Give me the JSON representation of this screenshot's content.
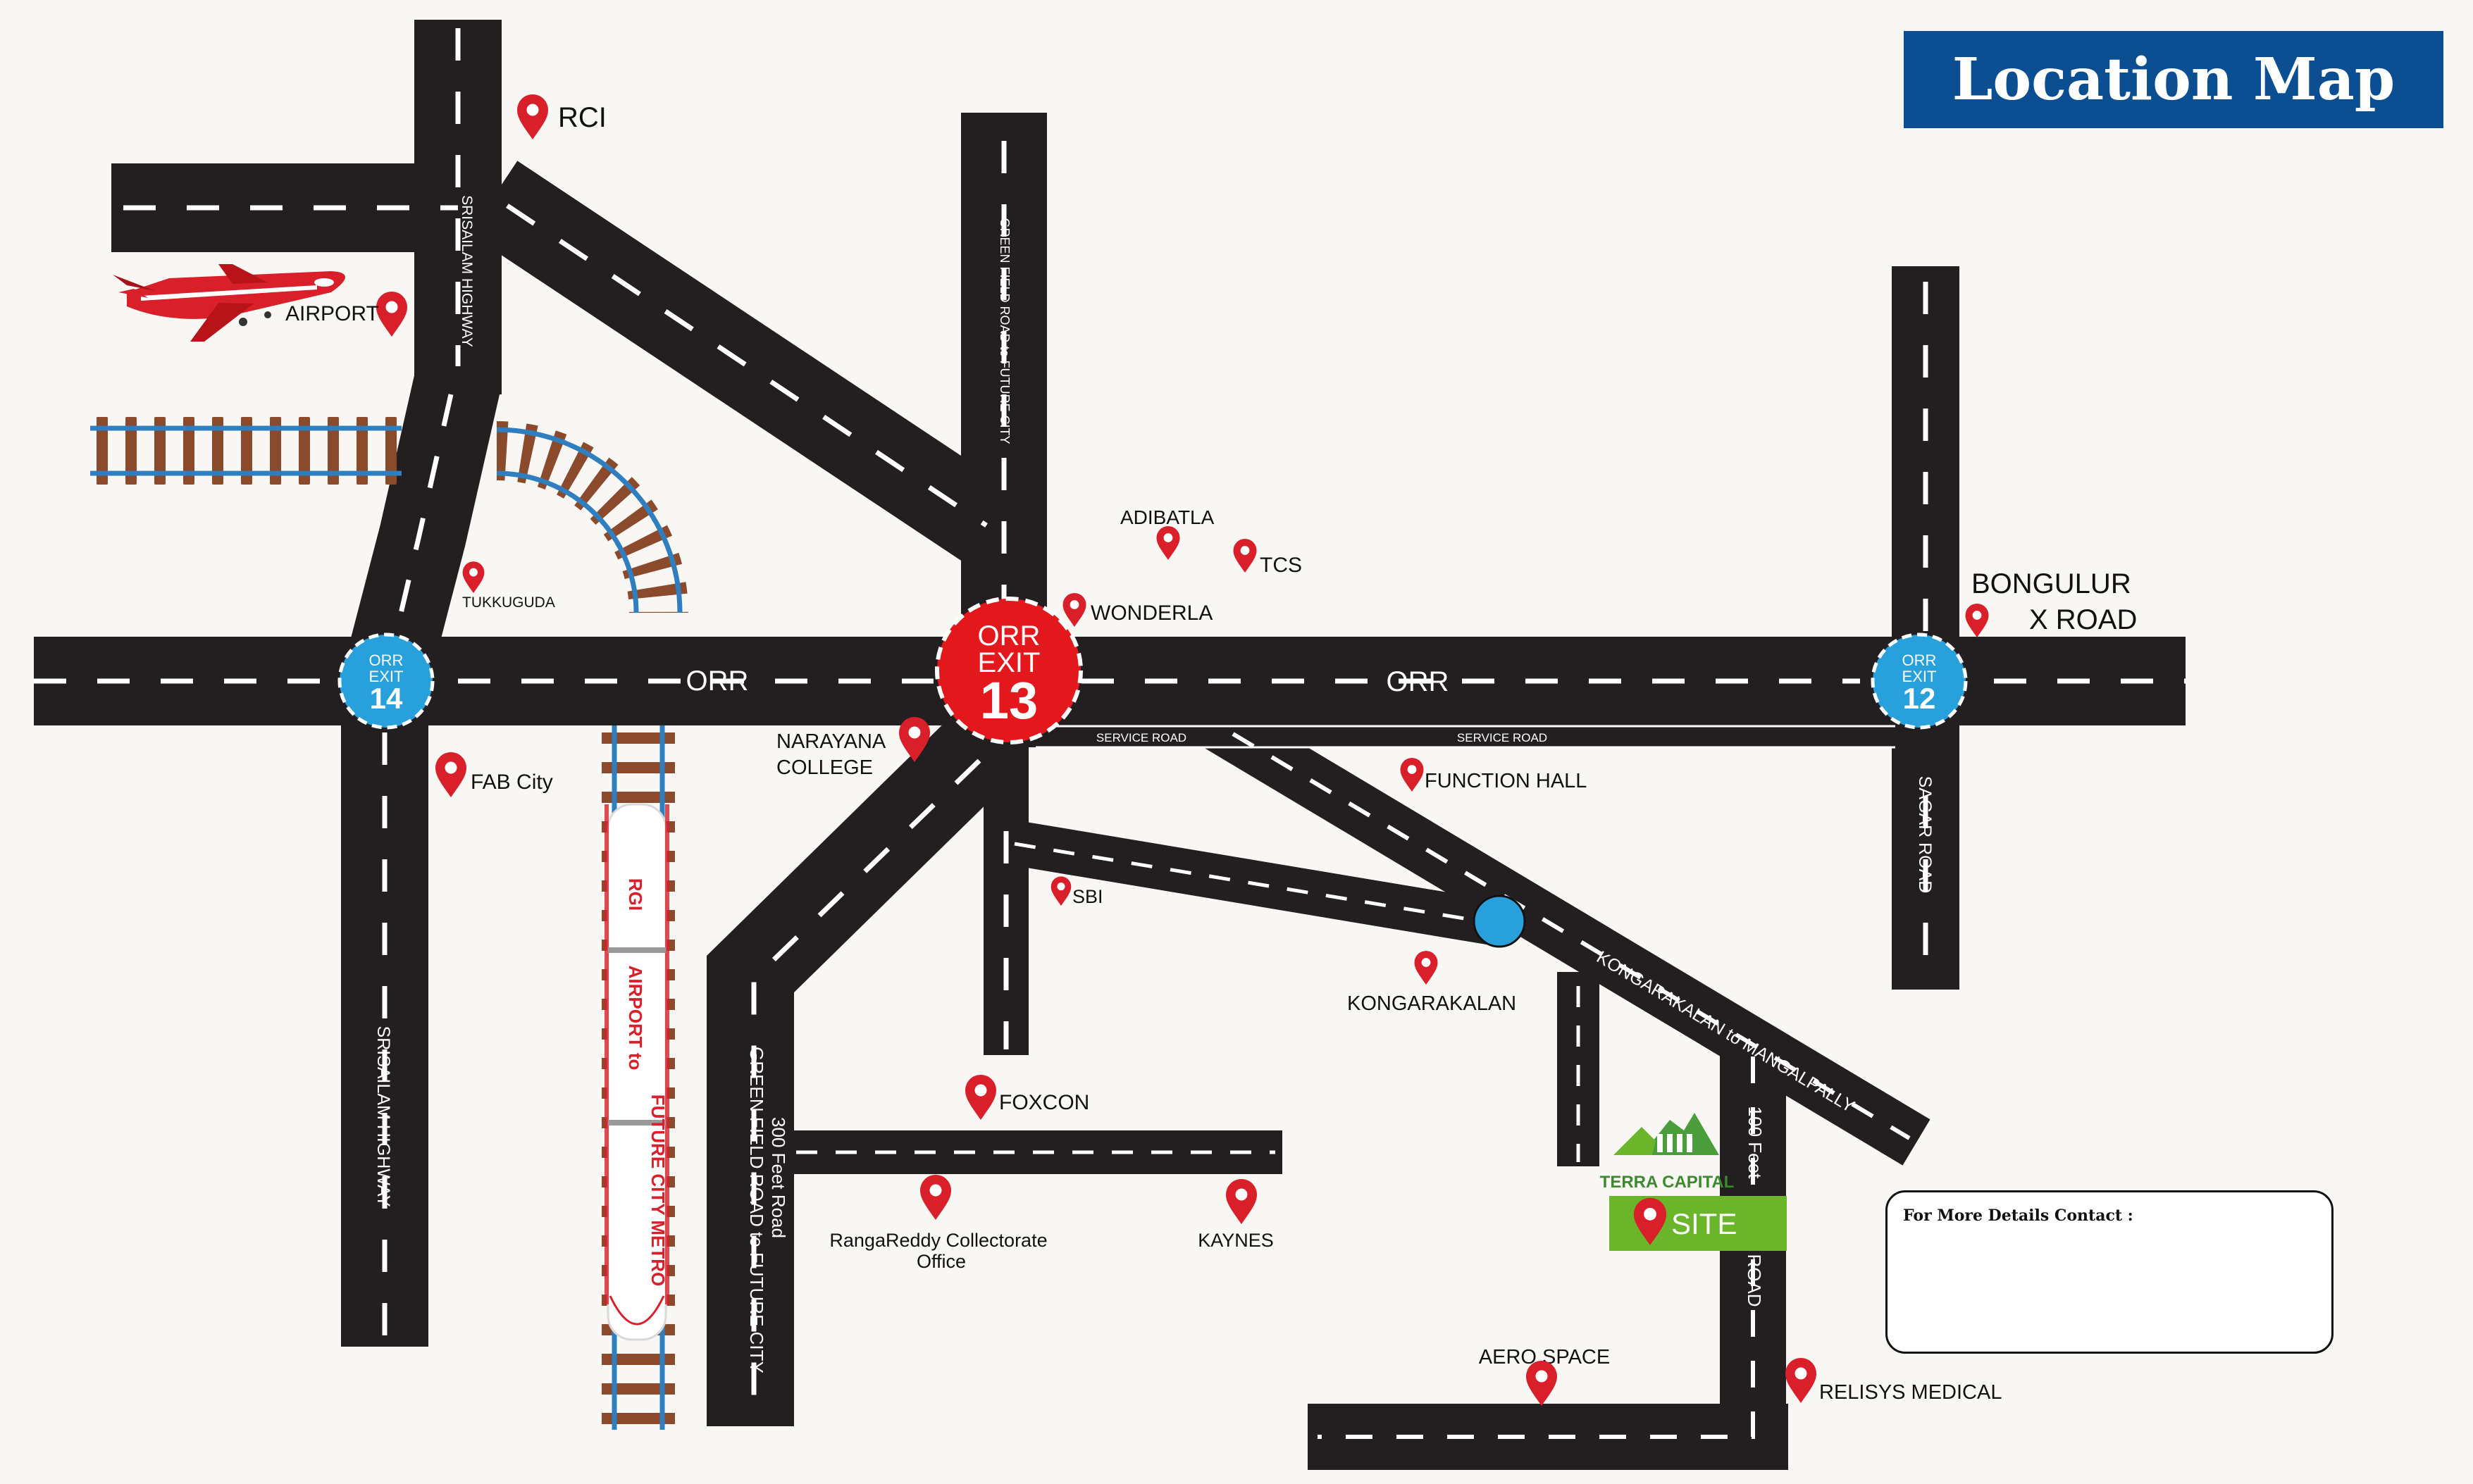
{
  "title": "Location Map",
  "contact": {
    "label": "For More Details Contact :"
  },
  "roads": {
    "orr": "ORR",
    "srisailam_highway": "SRISAILAM HIGHWAY",
    "green_field_road": "GREEN FIELD ROAD to FUTURE CITY",
    "feet_300_road": "300 Feet Road",
    "service_road": "SERVICE ROAD",
    "sagar_road": "SAGAR ROAD",
    "kongarakalan_mangalpally": "KONGARAKALAN to MANGALPALLY",
    "feet_100": "100 Feet",
    "road": "ROAD"
  },
  "exits": {
    "exit14": {
      "l1": "ORR",
      "l2": "EXIT",
      "num": "14"
    },
    "exit13": {
      "l1": "ORR",
      "l2": "EXIT",
      "num": "13"
    },
    "exit12": {
      "l1": "ORR",
      "l2": "EXIT",
      "num": "12"
    }
  },
  "metro": {
    "l1": "RGI",
    "l2": "AIRPORT to",
    "l3": "FUTURE CITY METRO"
  },
  "places": {
    "rci": "RCI",
    "airport": "AIRPORT",
    "tukkuguda": "TUKKUGUDA",
    "fab_city": "FAB City",
    "adibatla": "ADIBATLA",
    "tcs": "TCS",
    "wonderla": "WONDERLA",
    "bongulur_1": "BONGULUR",
    "bongulur_2": "X ROAD",
    "narayana_1": "NARAYANA",
    "narayana_2": "COLLEGE",
    "function_hall": "FUNCTION HALL",
    "sbi": "SBI",
    "kongarakalan": "KONGARAKALAN",
    "foxcon": "FOXCON",
    "rangareddy_1": "RangaReddy Collectorate",
    "rangareddy_2": "Office",
    "kaynes": "KAYNES",
    "aero_space": "AERO SPACE",
    "relisys": "RELISYS MEDICAL"
  },
  "site": {
    "label": "SITE",
    "brand": "TERRA CAPITAL"
  },
  "colors": {
    "road": "#231f20",
    "pin": "#d81f2a",
    "exit_blue": "#27a0dc",
    "exit_red": "#e3181d",
    "title_bg": "#0b4f92",
    "site_green": "#6bb52b",
    "rail_tie": "#8b4a2b",
    "rail_blue": "#2f7fc0"
  }
}
